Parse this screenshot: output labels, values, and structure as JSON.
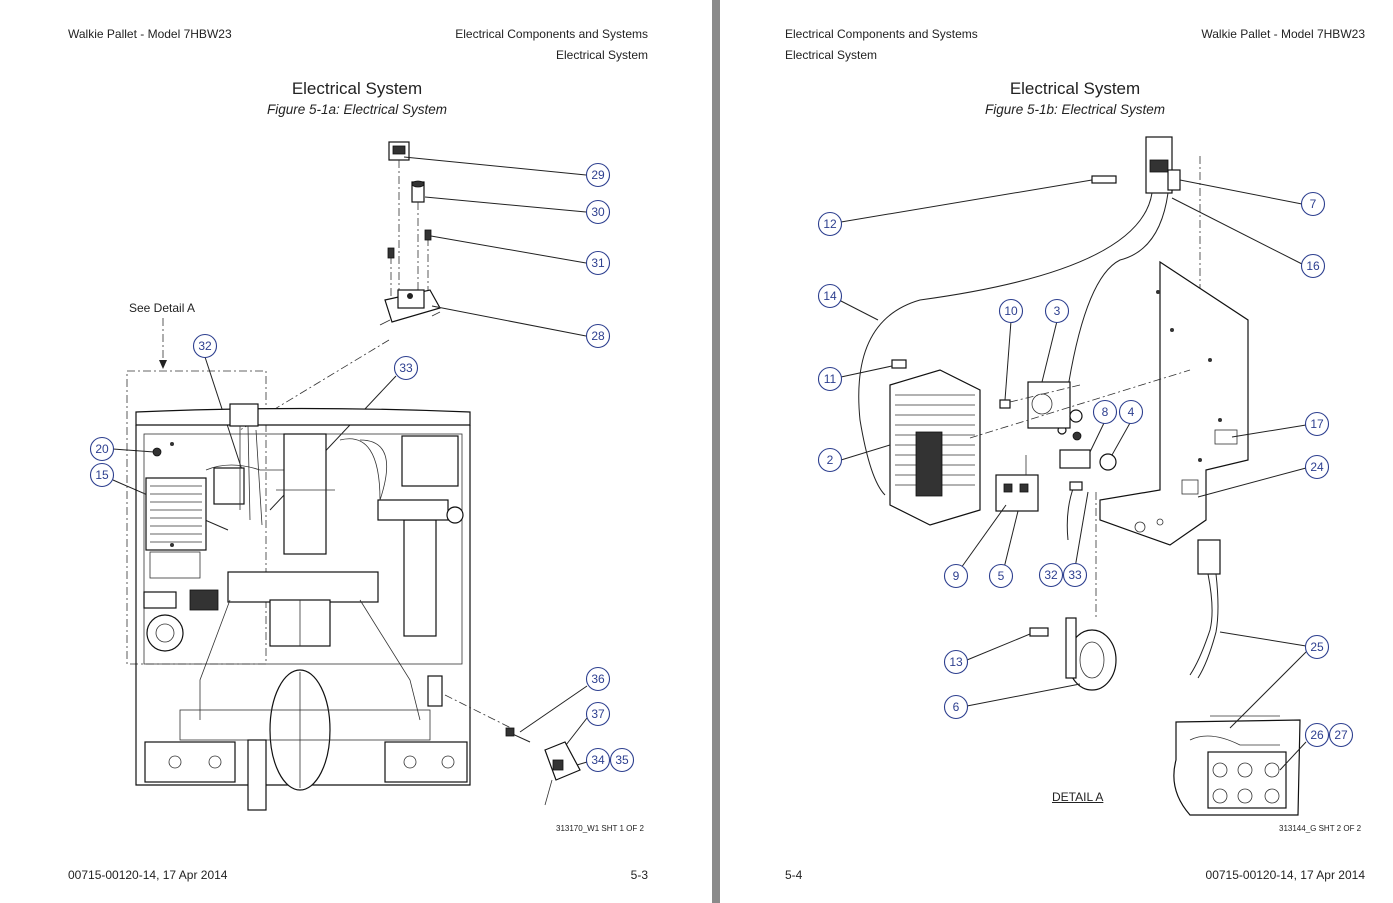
{
  "left_page": {
    "header_left": "Walkie Pallet - Model 7HBW23",
    "header_right_line1": "Electrical Components and Systems",
    "header_right_line2": "Electrical System",
    "title": "Electrical System",
    "figure_caption": "Figure 5-1a:  Electrical System",
    "detail_note": "See Detail A",
    "sheet_ref": "313170_W1 SHT 1 OF 2",
    "footer_left": "00715-00120-14, 17 Apr 2014",
    "footer_right": "5-3",
    "callouts": {
      "c29": "29",
      "c30": "30",
      "c31": "31",
      "c28": "28",
      "c32": "32",
      "c33": "33",
      "c20": "20",
      "c15": "15",
      "c36": "36",
      "c37": "37",
      "c34": "34",
      "c35": "35"
    }
  },
  "right_page": {
    "header_left_line1": "Electrical Components and Systems",
    "header_left_line2": "Electrical System",
    "header_right": "Walkie Pallet - Model 7HBW23",
    "title": "Electrical System",
    "figure_caption": "Figure 5-1b:  Electrical System",
    "detail_label": "DETAIL A",
    "sheet_ref": "313144_G SHT 2 OF 2",
    "footer_left": "5-4",
    "footer_right": "00715-00120-14, 17 Apr 2014",
    "callouts": {
      "c12": "12",
      "c7": "7",
      "c16": "16",
      "c14": "14",
      "c10": "10",
      "c3": "3",
      "c11": "11",
      "c8": "8",
      "c4": "4",
      "c17": "17",
      "c2": "2",
      "c24": "24",
      "c9": "9",
      "c5": "5",
      "c32": "32",
      "c33": "33",
      "c13": "13",
      "c25": "25",
      "c6": "6",
      "c26": "26",
      "c27": "27"
    }
  },
  "colors": {
    "callout": "#2d3f8f",
    "gutter": "#8a8a8a"
  }
}
